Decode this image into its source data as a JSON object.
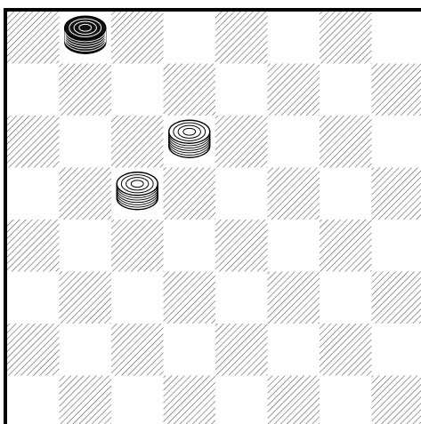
{
  "board": {
    "rows": 8,
    "cols": 8,
    "hatched_parity": 0,
    "colors": {
      "light_square": "#ffffff",
      "hatch_line": "#4a4a4a",
      "border": "#000000",
      "black_piece": "#111111",
      "white_piece": "#ffffff",
      "piece_outline": "#000000"
    },
    "pieces": [
      {
        "id": "black-king-1",
        "color": "black",
        "kind": "king",
        "row": 0,
        "col": 1
      },
      {
        "id": "white-king-1",
        "color": "white",
        "kind": "king",
        "row": 2,
        "col": 3
      },
      {
        "id": "white-king-2",
        "color": "white",
        "kind": "king",
        "row": 3,
        "col": 2
      }
    ]
  }
}
